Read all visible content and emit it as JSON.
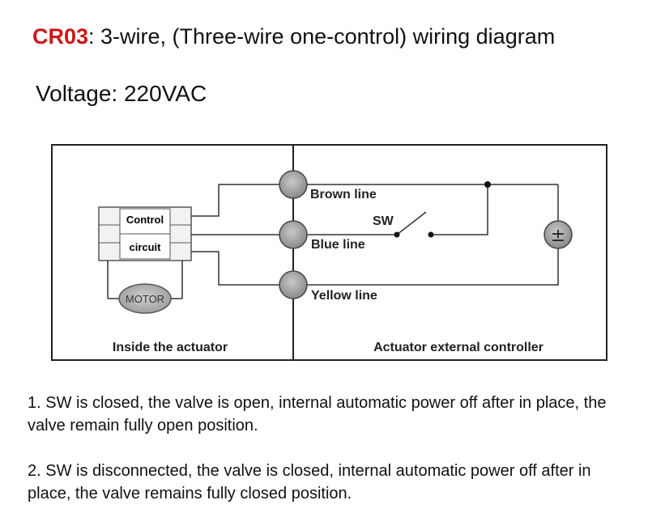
{
  "header": {
    "model": "CR03",
    "title_rest": ": 3-wire, (Three-wire one-control) wiring diagram",
    "voltage": "Voltage: 220VAC"
  },
  "diagram": {
    "control_label_1": "Control",
    "control_label_2": "circuit",
    "motor_label": "MOTOR",
    "brown_line": "Brown line",
    "blue_line": "Blue line",
    "yellow_line": "Yellow line",
    "switch_label": "SW",
    "power_symbol": "±",
    "left_caption": "Inside the actuator",
    "right_caption": "Actuator external controller"
  },
  "notes": [
    "1. SW is closed, the valve is open, internal automatic power off after in place, the valve remain fully open position.",
    "2. SW is disconnected, the valve is closed, internal automatic power off after in place, the valve remains fully closed position."
  ]
}
